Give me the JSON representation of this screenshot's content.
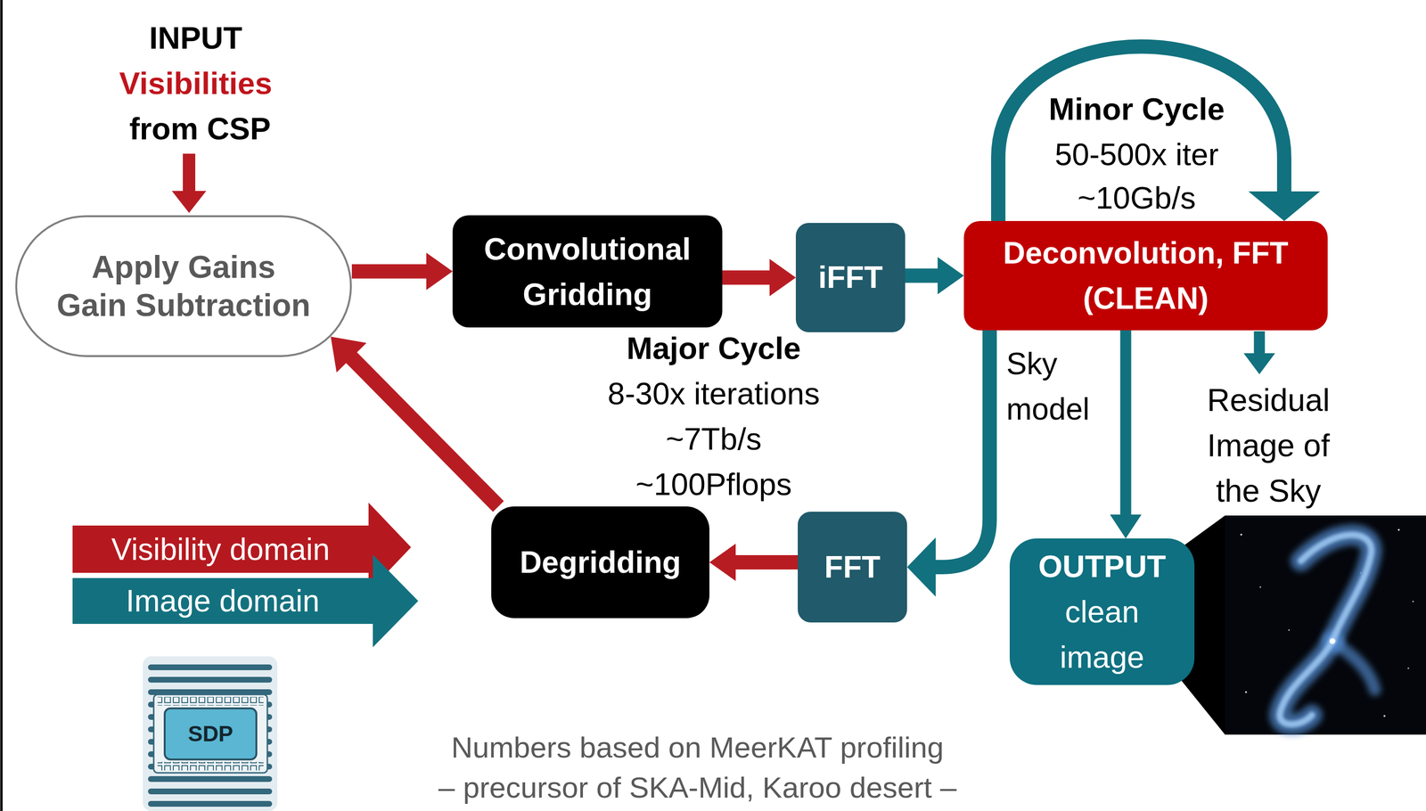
{
  "diagram": {
    "nodes": [
      {
        "text": [
          "Apply Gains Gain Subtraction"
        ]
      },
      {
        "text": [
          "Convolutional Gridding"
        ]
      },
      {
        "text": [
          "iFFT"
        ]
      },
      {
        "text": [
          "Deconvolution, FFT (CLEAN)"
        ]
      },
      {
        "text": [
          "FFT"
        ]
      },
      {
        "text": [
          "Degridding"
        ]
      },
      {
        "text": [
          "OUTPUT",
          "clean image"
        ]
      },
      {
        "text": [
          "SDP"
        ]
      }
    ],
    "edges": [
      {
        "from": 0,
        "to": 1,
        "arrow": "to"
      },
      {
        "from": 1,
        "to": 2,
        "arrow": "to"
      },
      {
        "from": 2,
        "to": 3,
        "arrow": "to"
      },
      {
        "from": 3,
        "to": 3,
        "arrow": "to"
      },
      {
        "from": 3,
        "to": 4,
        "arrow": "to",
        "label": "Sky model"
      },
      {
        "from": 3,
        "to": 6,
        "arrow": "to"
      },
      {
        "from": 4,
        "to": 5,
        "arrow": "to"
      },
      {
        "from": 5,
        "to": 0,
        "arrow": "to"
      }
    ],
    "labels": [
      "INPUT",
      "Visibilities",
      "from CSP",
      "Minor Cycle",
      "50-500x iter",
      "~10Gb/s",
      "Major Cycle",
      "8-30x iterations",
      "~7Tb/s",
      "~100Pflops",
      "Residual Image of the Sky",
      "Numbers based on MeerKAT profiling",
      "– precursor of SKA-Mid, Karoo desert –"
    ],
    "legend": [
      {
        "text": "Visibility domain",
        "color": "#b5191f"
      },
      {
        "text": "Image domain",
        "color": "#13717f"
      }
    ]
  }
}
